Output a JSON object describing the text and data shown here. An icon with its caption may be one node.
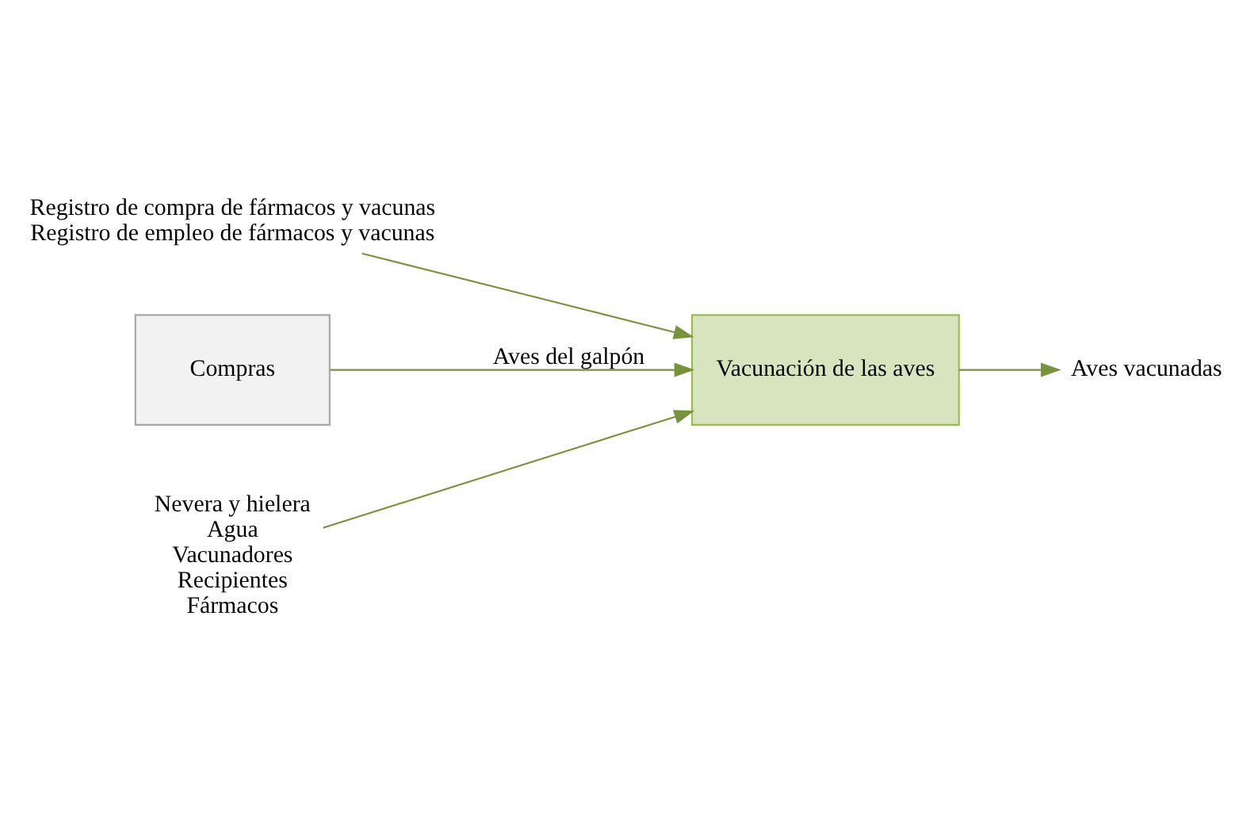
{
  "diagram": {
    "nodes": [
      {
        "text": [
          "Registro de compra de fármacos y vacunas",
          "Registro de empleo de fármacos y vacunas"
        ]
      },
      {
        "text": [
          "Compras"
        ]
      },
      {
        "text": [
          "Vacunación de las aves"
        ]
      },
      {
        "text": [
          "Aves vacunadas"
        ]
      },
      {
        "text": [
          "Nevera y hielera",
          "Agua",
          "Vacunadores",
          "Recipientes",
          "Fármacos"
        ]
      }
    ],
    "edges": [
      {
        "from": 0,
        "to": 2,
        "arrow": "to"
      },
      {
        "from": 1,
        "to": 2,
        "arrow": "to",
        "label": "Aves del galpón"
      },
      {
        "from": 2,
        "to": 3,
        "arrow": "to"
      },
      {
        "from": 4,
        "to": 2,
        "arrow": "to"
      }
    ]
  }
}
